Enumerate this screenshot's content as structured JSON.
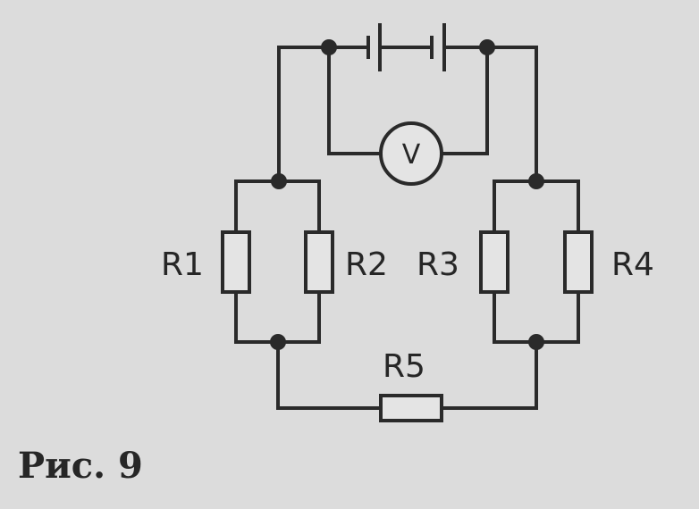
{
  "diagram": {
    "labels": {
      "r1": "R1",
      "r2": "R2",
      "r3": "R3",
      "r4": "R4",
      "r5": "R5",
      "voltmeter": "V"
    },
    "caption": "Рис. 9"
  }
}
